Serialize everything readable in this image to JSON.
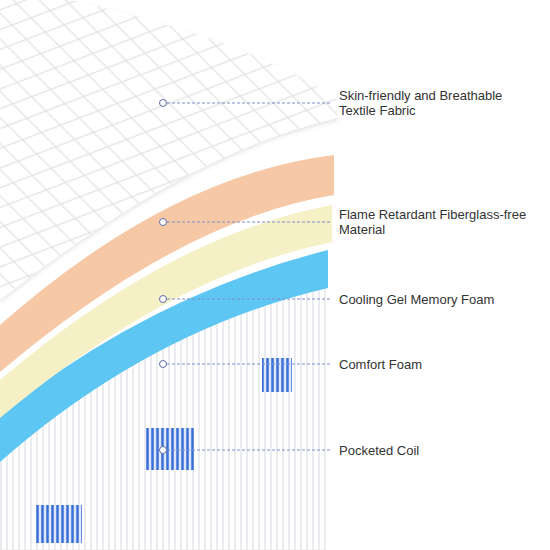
{
  "diagram": {
    "labels": [
      "Skin-friendly and Breathable Textile Fabric",
      "Flame Retardant Fiberglass-free Material",
      "Cooling Gel Memory Foam",
      "Comfort Foam",
      "Pocketed Coil"
    ]
  }
}
